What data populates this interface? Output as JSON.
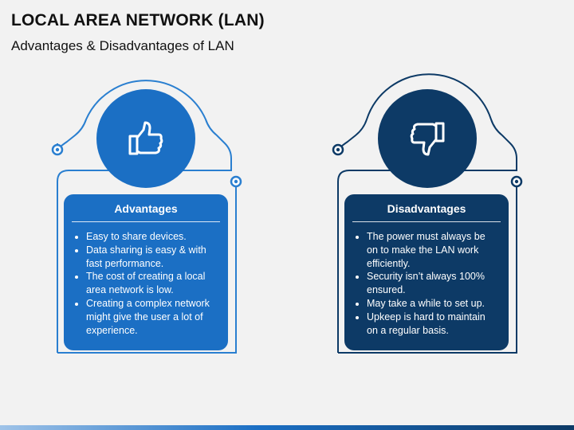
{
  "header": {
    "title": "LOCAL AREA NETWORK (LAN)",
    "subtitle": "Advantages & Disadvantages of LAN"
  },
  "advantages": {
    "title": "Advantages",
    "icon": "thumbs-up-icon",
    "color": "#1b6fc4",
    "items": [
      "Easy to share devices.",
      "Data sharing is easy & with fast performance.",
      "The cost of creating a local area network is low.",
      "Creating a complex network might give the user a lot of experience."
    ]
  },
  "disadvantages": {
    "title": "Disadvantages",
    "icon": "thumbs-down-icon",
    "color": "#0d3a66",
    "items": [
      "The power must always be on to make the LAN work efficiently.",
      "Security isn’t always 100% ensured.",
      "May take a while to set up.",
      "Upkeep is hard to maintain on a regular basis."
    ]
  }
}
